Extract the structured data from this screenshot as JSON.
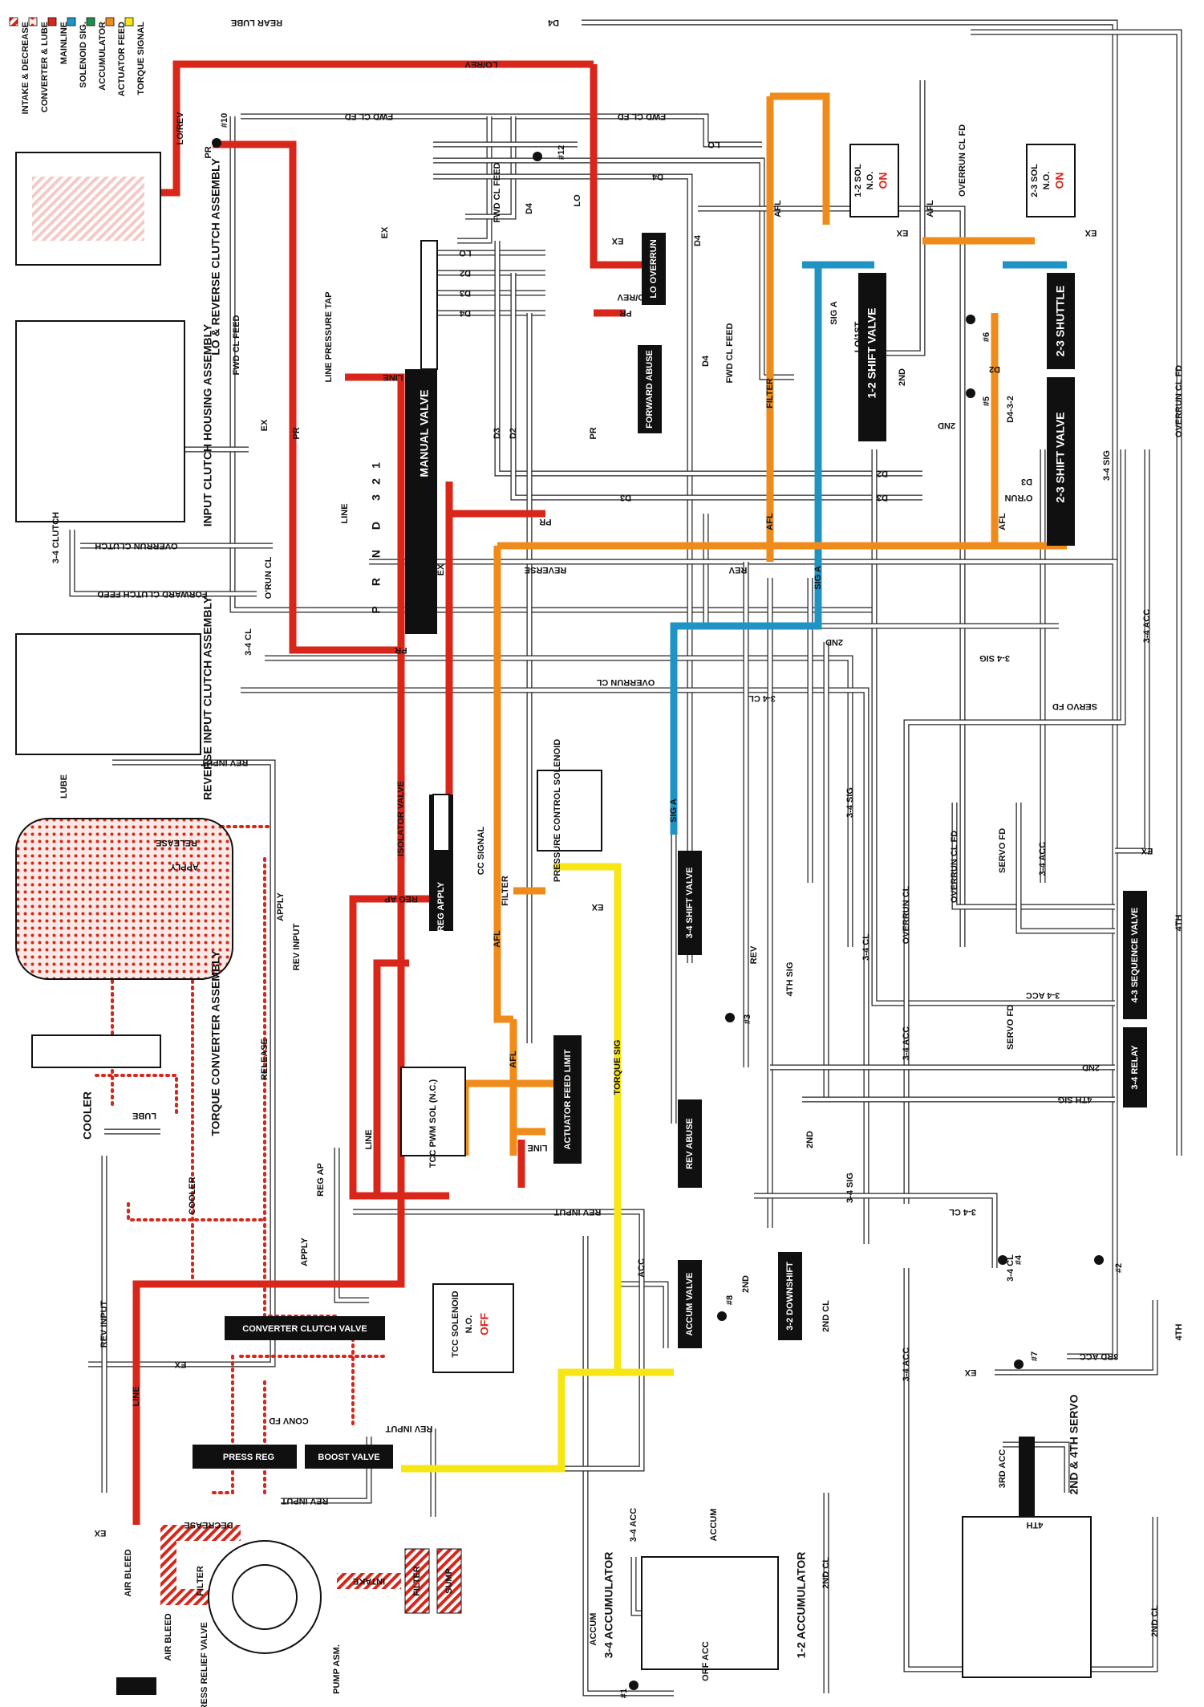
{
  "legend": {
    "items": [
      {
        "label": "INTAKE & DECREASE",
        "color": "#d8261a",
        "style": "striped"
      },
      {
        "label": "CONVERTER & LUBE",
        "color": "#d8261a",
        "style": "dotted"
      },
      {
        "label": "MAINLINE",
        "color": "#d8261a",
        "style": "solid"
      },
      {
        "label": "SOLENOID SIG.",
        "color": "#1f93c4",
        "style": "solid"
      },
      {
        "label": "ACCUMULATOR",
        "color": "#1f8c4a",
        "style": "solid"
      },
      {
        "label": "ACTUATOR FEED",
        "color": "#ef8b1a",
        "style": "solid"
      },
      {
        "label": "TORQUE SIGNAL",
        "color": "#f5e614",
        "style": "solid"
      }
    ]
  },
  "assemblies": {
    "lo_reverse": "LO & REVERSE CLUTCH ASSEMBLY",
    "input_clutch": "INPUT CLUTCH HOUSING ASSEMBLY",
    "reverse_input": "REVERSE INPUT CLUTCH ASSEMBLY",
    "torque_converter": "TORQUE CONVERTER ASSEMBLY",
    "cooler": "COOLER",
    "servo": "2ND & 4TH SERVO",
    "accum_34": "3-4 ACCUMULATOR",
    "accum_12": "1-2 ACCUMULATOR",
    "pump": "PUMP ASM.",
    "sump": "SUMP",
    "filter": "FILTER"
  },
  "valves": {
    "manual": "MANUAL VALVE",
    "lo_overrun": "LO OVERRUN",
    "forward_abuse": "FORWARD ABUSE",
    "shift_12": "1-2 SHIFT VALVE",
    "shift_23": "2-3 SHIFT VALVE",
    "shuttle_23": "2-3 SHUTTLE",
    "shift_34": "3-4 SHIFT VALVE",
    "isolator": "ISOLATOR VALVE",
    "reg_apply": "REG APPLY",
    "actuator_feed": "ACTUATOR FEED LIMIT",
    "rev_abuse": "REV ABUSE",
    "accum_valve": "ACCUM VALVE",
    "downshift_32": "3-2 DOWNSHIFT",
    "sequence_43": "4-3 SEQUENCE VALVE",
    "relay_34": "3-4 RELAY",
    "converter_clutch": "CONVERTER CLUTCH VALVE",
    "press_reg": "PRESS REG",
    "boost": "BOOST VALVE",
    "press_relief": "PRESS RELIEF VALVE"
  },
  "solenoids": {
    "sol12": {
      "name": "1-2 SOL",
      "type": "N.O.",
      "state": "ON"
    },
    "sol23": {
      "name": "2-3 SOL",
      "type": "N.O.",
      "state": "ON"
    },
    "pcs": "PRESSURE CONTROL SOLENOID",
    "tcc_pwm": "TCC PWM SOL (N.C.)",
    "tcc": {
      "name": "TCC SOLENOID",
      "type": "N.O.",
      "state": "OFF"
    }
  },
  "gear_positions": [
    "P",
    "R",
    "N",
    "D",
    "3",
    "2",
    "1"
  ],
  "channels": {
    "rear_lube": "REAR LUBE",
    "d4": "D4",
    "lo_rev": "LO/REV",
    "fwd_cl_fd": "FWD CL FD",
    "fwd_cl_feed": "FWD CL FEED",
    "lo": "LO",
    "d2": "D2",
    "d3": "D3",
    "pr": "PR",
    "line": "LINE",
    "line_tap": "LINE PRESSURE TAP",
    "afl": "AFL",
    "ex": "EX",
    "overrun_cl_fd": "OVERRUN CL FD",
    "overrun_cl": "OVERRUN CL",
    "o_run_cl": "O'RUN CL",
    "lo_1st": "LO/1ST",
    "sig_a": "SIG A",
    "second": "2ND",
    "d432": "D4-3-2",
    "o_run": "O'RUN",
    "reverse": "REVERSE",
    "rev": "REV",
    "sig_34": "3-4 SIG",
    "acc_34": "3-4 ACC",
    "cl_34": "3-4 CL",
    "servo_fd": "SERVO FD",
    "rev_input": "REV INPUT",
    "release": "RELEASE",
    "apply": "APPLY",
    "cc_signal": "CC SIGNAL",
    "reg_ap": "REG AP",
    "torque_sig": "TORQUE SIG",
    "fourth_sig": "4TH SIG",
    "fourth": "4TH",
    "lube": "LUBE",
    "cooler": "COOLER",
    "conv_fd": "CONV FD",
    "decrease": "DECREASE",
    "intake": "INTAKE",
    "third_acc": "3RD ACC",
    "cl_2nd": "2ND CL",
    "accum": "ACCUM",
    "orf_acc": "ORF ACC",
    "acc": "ACC",
    "air_bleed": "AIR BLEED",
    "overrun_clutch": "OVERRUN CLUTCH",
    "forward_clutch_feed": "FORWARD CLUTCH FEED",
    "clutch_34": "3-4 CLUTCH",
    "filter": "FILTER"
  },
  "balls": {
    "b10": "#10",
    "b12": "#12",
    "b6": "#6",
    "b5": "#5",
    "b3": "#3",
    "b8": "#8",
    "b4": "#4",
    "b2": "#2",
    "b7": "#7",
    "b1": "#1"
  }
}
